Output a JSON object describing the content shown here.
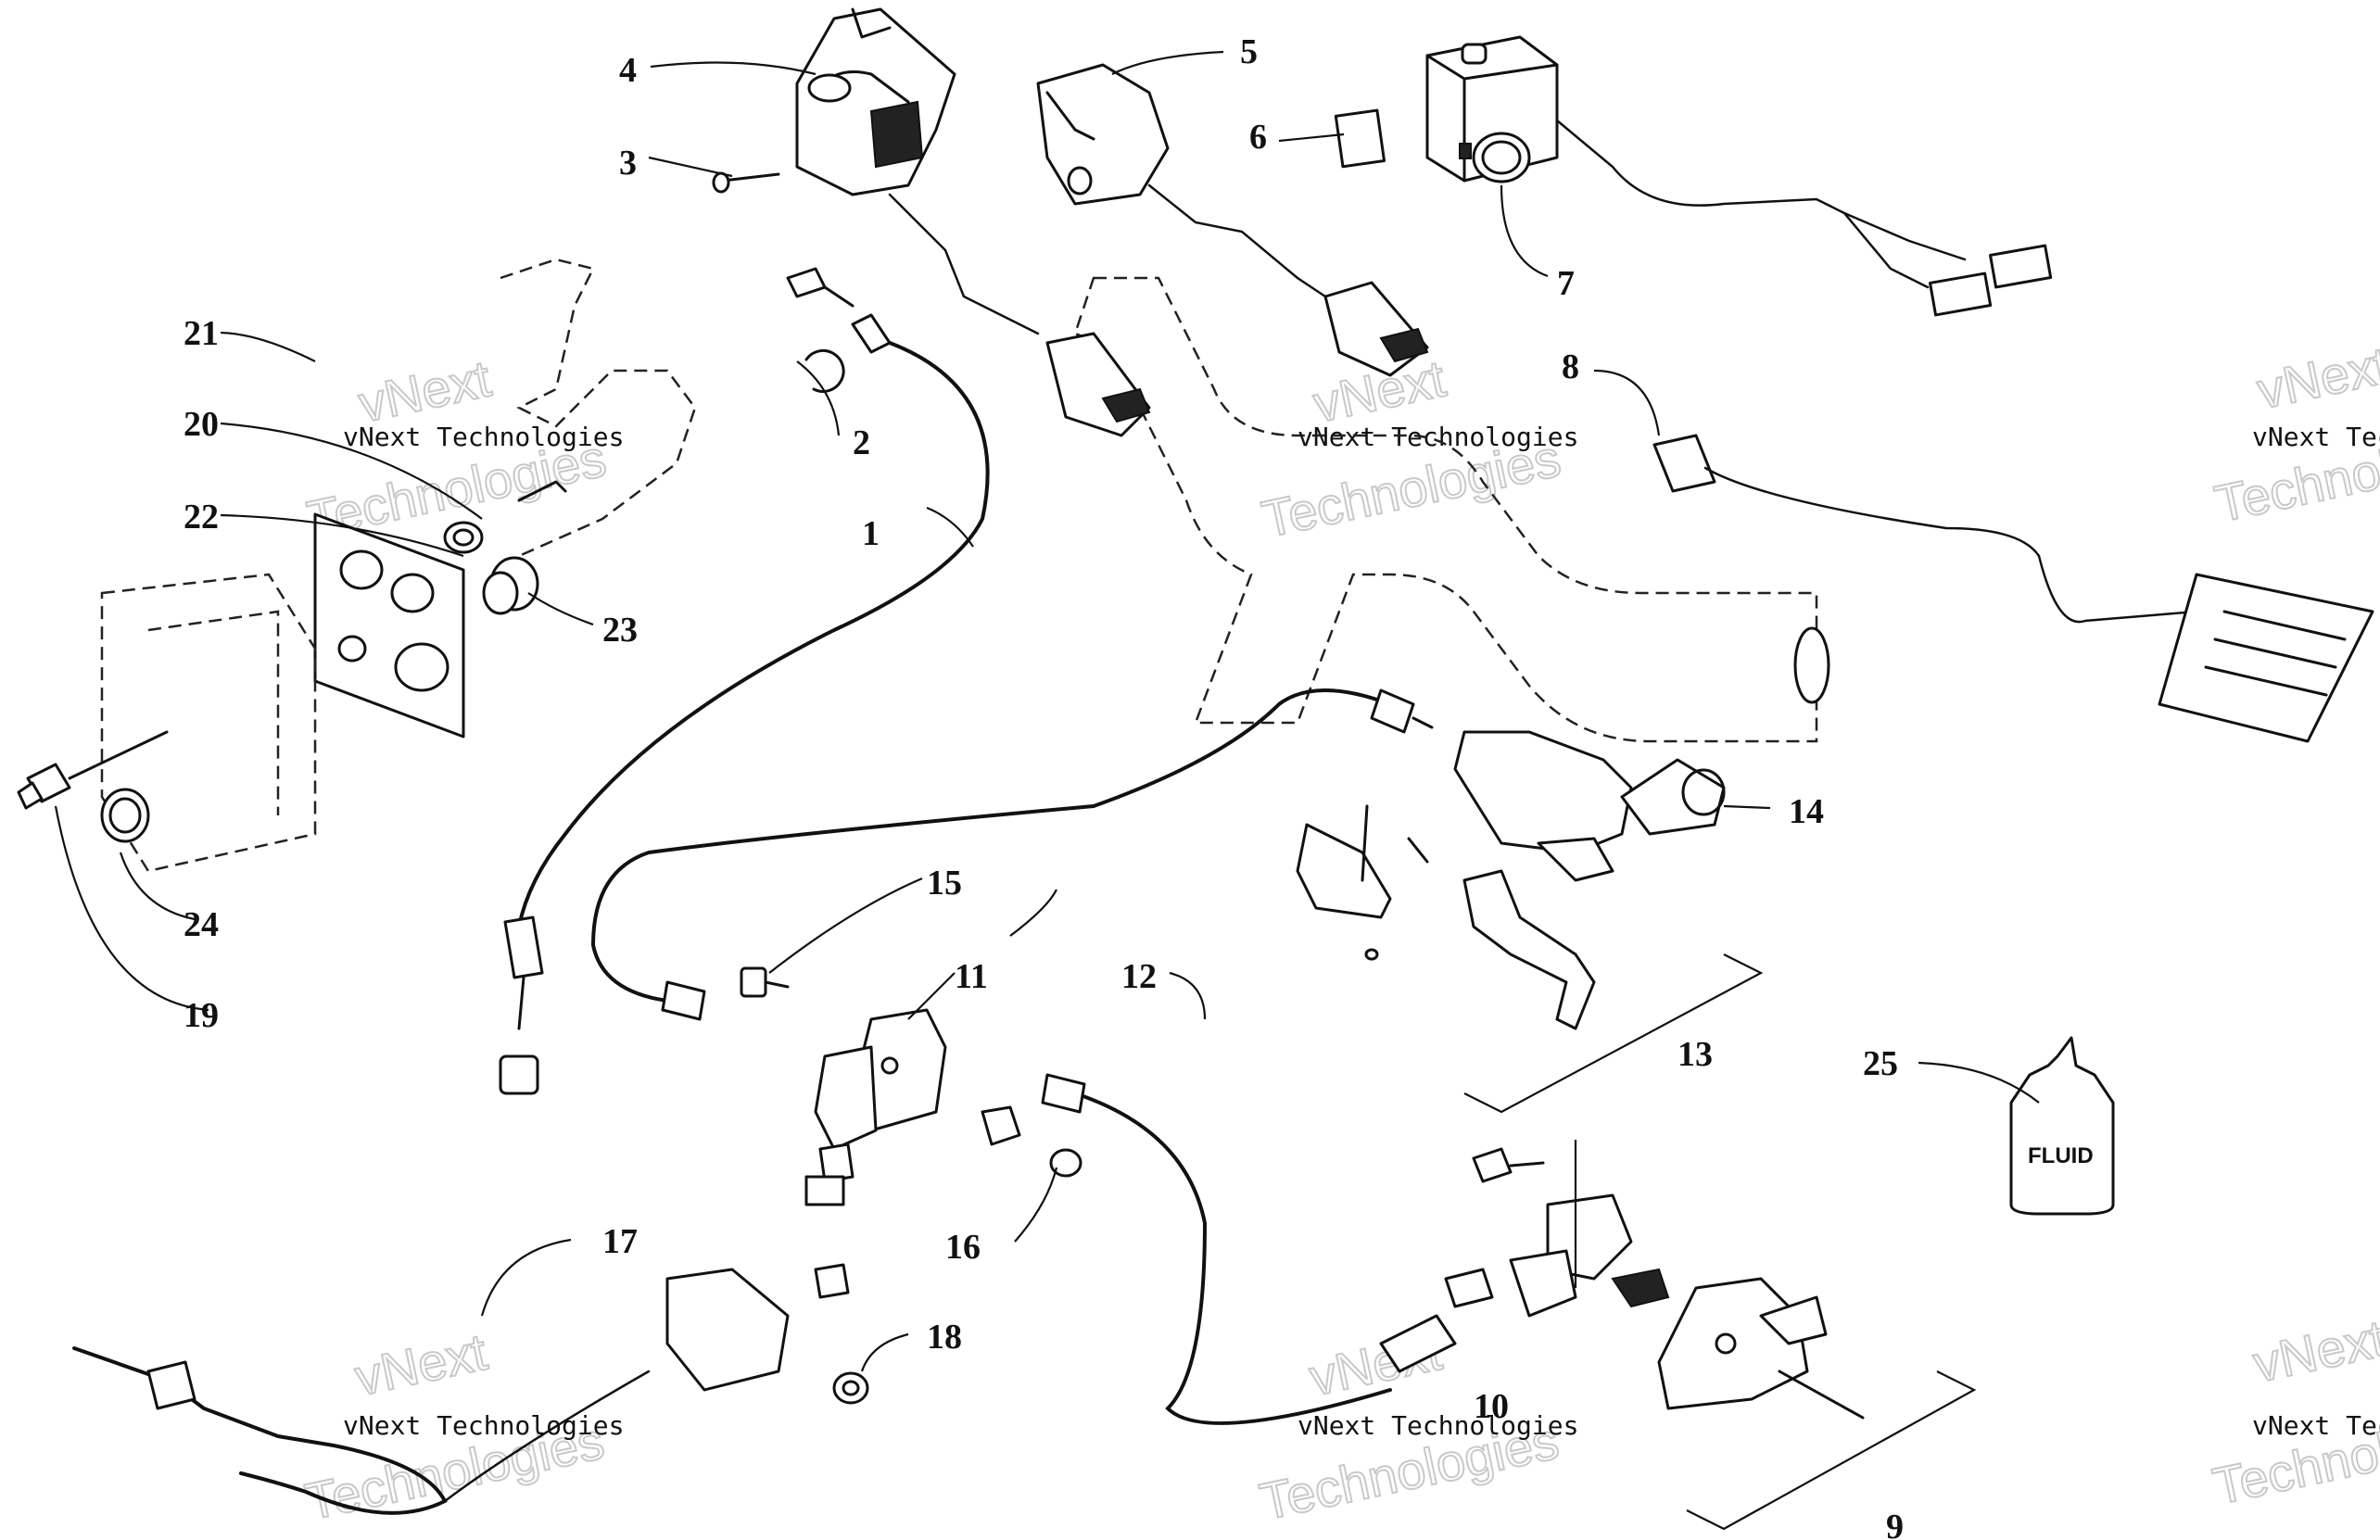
{
  "diagram": {
    "watermark": {
      "line1": "vNext",
      "line2": "vNext Technologies",
      "line3": "Technologies"
    },
    "callouts": [
      "1",
      "2",
      "3",
      "4",
      "5",
      "6",
      "7",
      "8",
      "9",
      "10",
      "11",
      "12",
      "13",
      "14",
      "15",
      "16",
      "17",
      "18",
      "19",
      "20",
      "21",
      "22",
      "23",
      "24",
      "25"
    ],
    "fluid_label": "FLUID",
    "colors": {
      "ink": "#111111",
      "background": "#ffffff",
      "watermark_outline": "#c9c9c9"
    }
  }
}
